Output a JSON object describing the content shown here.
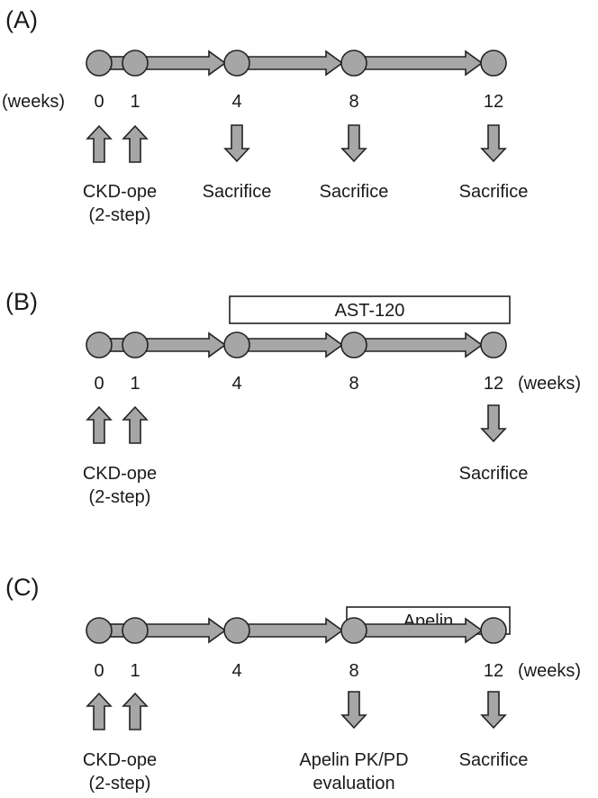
{
  "panels": [
    {
      "id": "A",
      "label": "(A)",
      "weeks_label": "(weeks)",
      "weeks_label_side": "left",
      "timepoints": [
        "0",
        "1",
        "4",
        "8",
        "12"
      ],
      "treatment": null,
      "events_up": [
        {
          "at": [
            "0",
            "1"
          ],
          "lines": [
            "CKD-ope",
            "(2-step)"
          ]
        }
      ],
      "events_down": [
        {
          "at": "4",
          "lines": [
            "Sacrifice"
          ]
        },
        {
          "at": "8",
          "lines": [
            "Sacrifice"
          ]
        },
        {
          "at": "12",
          "lines": [
            "Sacrifice"
          ]
        }
      ]
    },
    {
      "id": "B",
      "label": "(B)",
      "weeks_label": "(weeks)",
      "weeks_label_side": "right",
      "timepoints": [
        "0",
        "1",
        "4",
        "8",
        "12"
      ],
      "treatment": {
        "label": "AST-120",
        "from": "4",
        "to": "12"
      },
      "events_up": [
        {
          "at": [
            "0",
            "1"
          ],
          "lines": [
            "CKD-ope",
            "(2-step)"
          ]
        }
      ],
      "events_down": [
        {
          "at": "12",
          "lines": [
            "Sacrifice"
          ]
        }
      ]
    },
    {
      "id": "C",
      "label": "(C)",
      "weeks_label": "(weeks)",
      "weeks_label_side": "right",
      "timepoints": [
        "0",
        "1",
        "4",
        "8",
        "12"
      ],
      "treatment": {
        "label": "Apelin",
        "from": "8",
        "to": "12"
      },
      "events_up": [
        {
          "at": [
            "0",
            "1"
          ],
          "lines": [
            "CKD-ope",
            "(2-step)"
          ]
        }
      ],
      "events_down": [
        {
          "at": "8",
          "lines": [
            "Apelin PK/PD",
            "evaluation"
          ]
        },
        {
          "at": "12",
          "lines": [
            "Sacrifice"
          ]
        }
      ]
    }
  ],
  "colors": {
    "node_fill": "#a6a6a6",
    "arrow_fill": "#a6a6a6",
    "stroke": "#222222",
    "box_fill": "#ffffff"
  }
}
